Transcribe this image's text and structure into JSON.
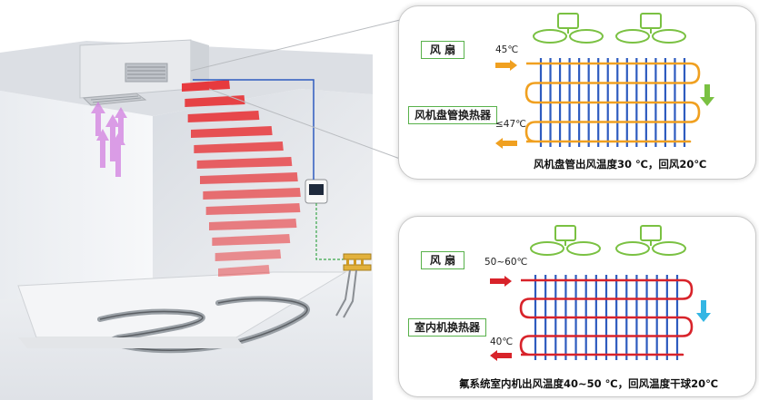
{
  "top_panel": {
    "fan_label": "风 扇",
    "exchanger_label": "风机盘管换热器",
    "inlet_temp": "45℃",
    "outlet_temp": "≤47℃",
    "caption": "风机盘管出风温度30 ℃，回风20℃"
  },
  "bottom_panel": {
    "fan_label": "风 扇",
    "exchanger_label": "室内机换热器",
    "inlet_temp": "50~60℃",
    "outlet_temp": "40℃",
    "caption": "氟系统室内机出风温度40~50 ℃，回风温度干球20℃"
  },
  "colors": {
    "hot_air": "#e8282b",
    "cold_air": "#d27fe0",
    "label_border": "#58b14a",
    "coil_orange": "#f0a020",
    "coil_red": "#d8232a",
    "tube_blue": "#2e5bbf",
    "arrow_green": "#7ac142",
    "arrow_cyan": "#34b6e4",
    "pipe_green": "#3aa64a"
  }
}
